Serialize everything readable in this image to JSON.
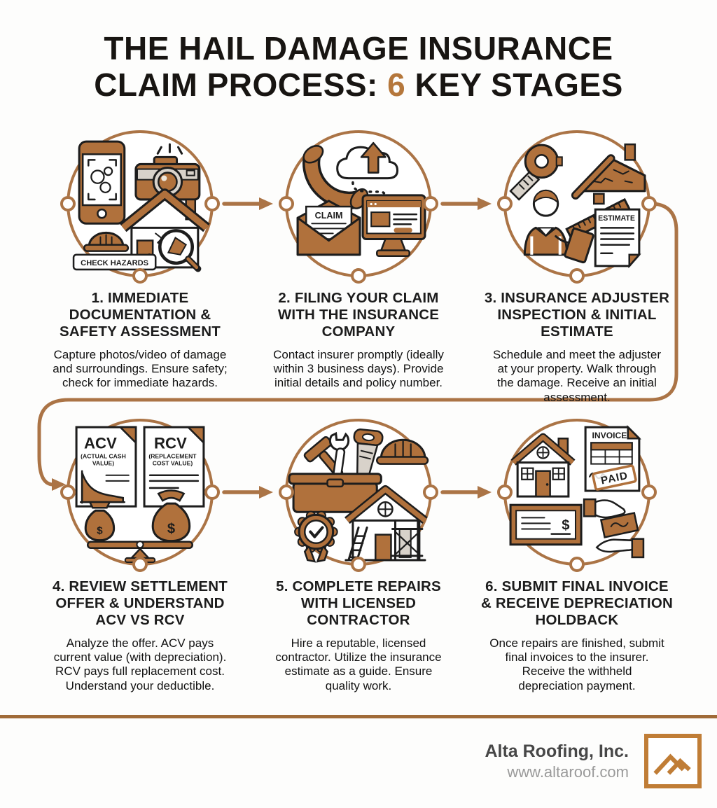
{
  "title": {
    "line1": "THE HAIL DAMAGE INSURANCE",
    "line2_pre": "CLAIM PROCESS: ",
    "line2_num": "6",
    "line2_post": " KEY STAGES"
  },
  "stages": [
    {
      "heading": "1. IMMEDIATE\nDOCUMENTATION &\nSAFETY ASSESSMENT",
      "body": "Capture photos/video of damage\nand surroundings. Ensure safety;\ncheck for immediate hazards."
    },
    {
      "heading": "2. FILING YOUR CLAIM\nWITH THE INSURANCE\nCOMPANY",
      "body": "Contact insurer promptly (ideally\nwithin 3 business days). Provide\ninitial details and policy number."
    },
    {
      "heading": "3. INSURANCE ADJUSTER\nINSPECTION & INITIAL\nESTIMATE",
      "body": "Schedule and meet the adjuster\nat your property. Walk through\nthe damage. Receive an initial\nassessment."
    },
    {
      "heading": "4. REVIEW SETTLEMENT\nOFFER & UNDERSTAND\nACV VS RCV",
      "body": "Analyze the offer. ACV pays\ncurrent value (with depreciation).\nRCV pays full replacement cost.\nUnderstand your deductible."
    },
    {
      "heading": "5. COMPLETE REPAIRS\nWITH LICENSED\nCONTRACTOR",
      "body": "Hire a reputable, licensed\ncontractor. Utilize the insurance\nestimate as a guide. Ensure\nquality work."
    },
    {
      "heading": "6. SUBMIT FINAL INVOICE\n& RECEIVE DEPRECIATION\nHOLDBACK",
      "body": "Once repairs are finished, submit\nfinal invoices to the insurer.\nReceive the withheld\ndepreciation payment."
    }
  ],
  "icons": {
    "check_hazards": "CHECK HAZARDS",
    "claim": "CLAIM",
    "estimate": "ESTIMATE",
    "acv": "ACV",
    "acv_sub1": "(ACTUAL CASH",
    "acv_sub2": "VALUE)",
    "rcv": "RCV",
    "rcv_sub1": "(REPLACEMENT",
    "rcv_sub2": "COST VALUE)",
    "invoice": "INVOICE",
    "paid": "PAID",
    "dollar": "$"
  },
  "footer": {
    "company": "Alta Roofing, Inc.",
    "website": "www.altaroof.com"
  },
  "colors": {
    "accent": "#ab7446",
    "icon_brown": "#b0713c",
    "title_number": "#b5773b",
    "divider": "#a06b38",
    "logo": "#c07d36",
    "text": "#1c1c1c"
  }
}
